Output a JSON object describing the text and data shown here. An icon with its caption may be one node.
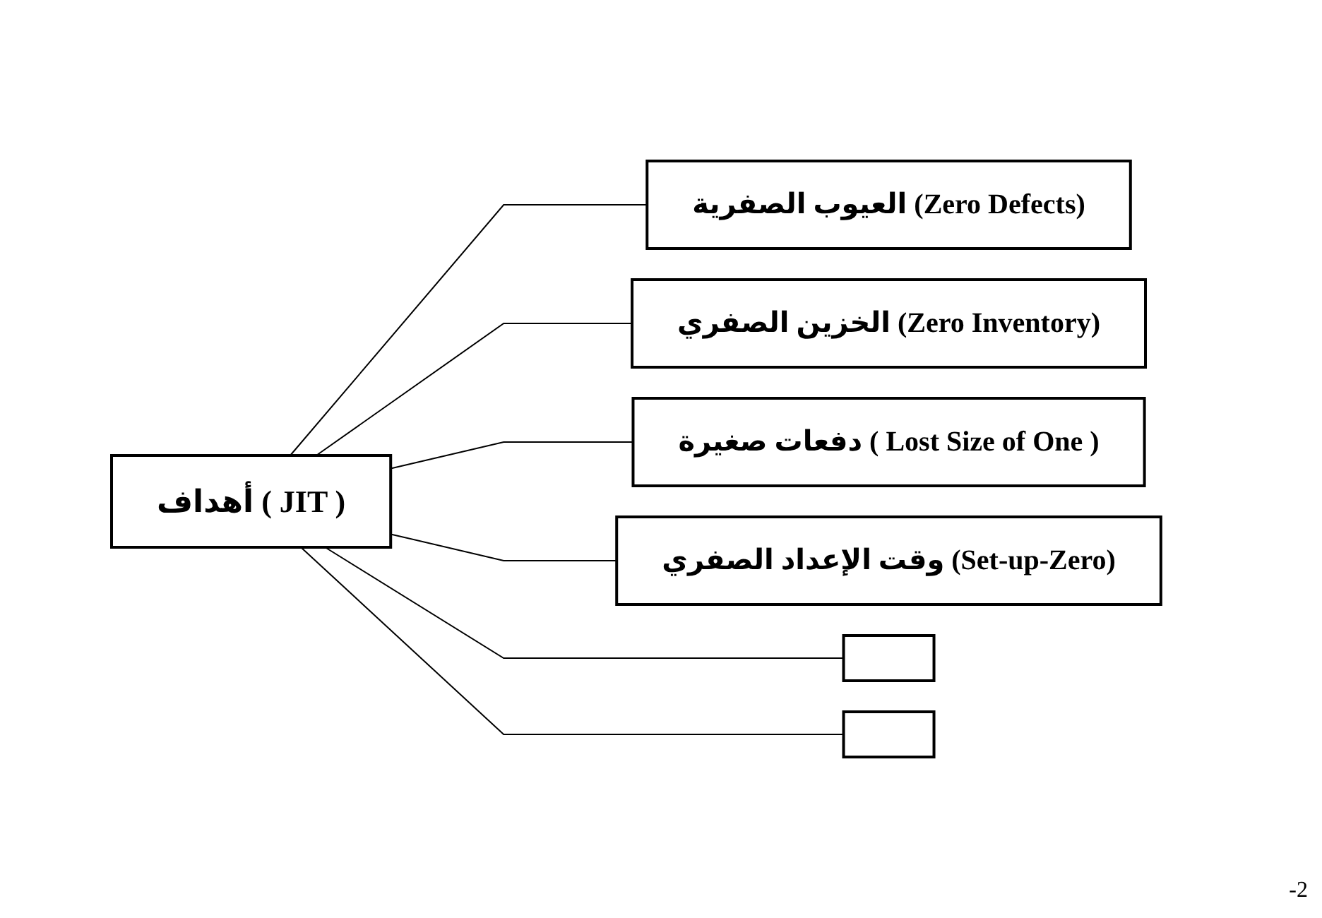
{
  "diagram": {
    "nodes": [
      {
        "text": [
          "أهداف ( JIT )"
        ]
      },
      {
        "text": [
          "العيوب الصفرية (Zero Defects)"
        ]
      },
      {
        "text": [
          "الخزين الصفري (Zero Inventory)"
        ]
      },
      {
        "text": [
          "دفعات صغيرة ( Lost Size of One )"
        ]
      },
      {
        "text": [
          "وقت الإعداد الصفري (Set-up-Zero)"
        ]
      },
      {
        "text": [],
        "shape": "box"
      },
      {
        "text": [],
        "shape": "box"
      }
    ],
    "edges": [
      {
        "from": 0,
        "to": 1,
        "arrow": "none"
      },
      {
        "from": 0,
        "to": 2,
        "arrow": "none"
      },
      {
        "from": 0,
        "to": 3,
        "arrow": "none"
      },
      {
        "from": 0,
        "to": 4,
        "arrow": "none"
      },
      {
        "from": 0,
        "to": 5,
        "arrow": "none"
      },
      {
        "from": 0,
        "to": 6,
        "arrow": "none"
      }
    ],
    "labels": [
      "-2"
    ]
  }
}
